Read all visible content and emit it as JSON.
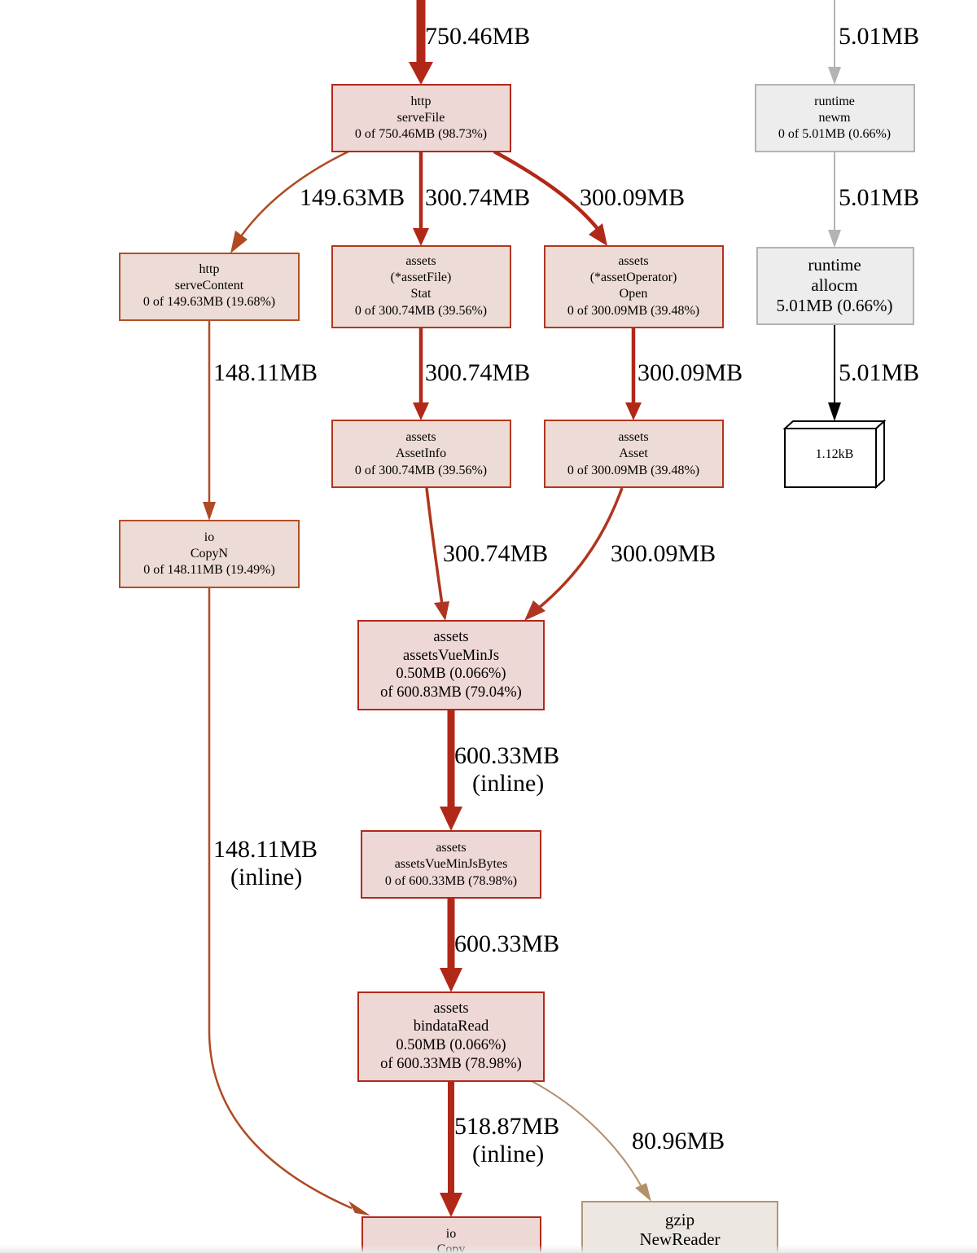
{
  "colors": {
    "hot_edge": "#b22818",
    "warm_edge": "#b04a23",
    "light_edge": "#b2906a",
    "grey_edge": "#b3b3b3",
    "black_edge": "#000000",
    "hot_fill": "#eed8d6",
    "warm_fill": "#eddcd5",
    "tan_fill": "#ece7e1",
    "grey_fill": "#ededed",
    "hot_stroke": "#b2281a",
    "warm_stroke": "#b24e26",
    "tan_stroke": "#b29673",
    "grey_stroke": "#b3b3b3"
  },
  "nodes": [
    {
      "id": "serveFile",
      "lines": [
        "http",
        "serveFile",
        "0 of 750.46MB (98.73%)"
      ]
    },
    {
      "id": "runtime-newm",
      "lines": [
        "runtime",
        "newm",
        "0 of 5.01MB (0.66%)"
      ]
    },
    {
      "id": "serveContent",
      "lines": [
        "http",
        "serveContent",
        "0 of 149.63MB (19.68%)"
      ]
    },
    {
      "id": "assetFile-stat",
      "lines": [
        "assets",
        "(*assetFile)",
        "Stat",
        "0 of 300.74MB (39.56%)"
      ]
    },
    {
      "id": "assetOperator-open",
      "lines": [
        "assets",
        "(*assetOperator)",
        "Open",
        "0 of 300.09MB (39.48%)"
      ]
    },
    {
      "id": "runtime-allocm",
      "lines": [
        "runtime",
        "allocm",
        "5.01MB (0.66%)"
      ]
    },
    {
      "id": "assetinfo",
      "lines": [
        "assets",
        "AssetInfo",
        "0 of 300.74MB (39.56%)"
      ]
    },
    {
      "id": "asset",
      "lines": [
        "assets",
        "Asset",
        "0 of 300.09MB (39.48%)"
      ]
    },
    {
      "id": "memory-box",
      "lines": [
        "1.12kB"
      ]
    },
    {
      "id": "io-copyn",
      "lines": [
        "io",
        "CopyN",
        "0 of 148.11MB (19.49%)"
      ]
    },
    {
      "id": "assetsvueminjs",
      "lines": [
        "assets",
        "assetsVueMinJs",
        "0.50MB (0.066%)",
        "of 600.83MB (79.04%)"
      ]
    },
    {
      "id": "assetsvueminjsbytes",
      "lines": [
        "assets",
        "assetsVueMinJsBytes",
        "0 of 600.33MB (78.98%)"
      ]
    },
    {
      "id": "bindataread",
      "lines": [
        "assets",
        "bindataRead",
        "0.50MB (0.066%)",
        "of 600.33MB (78.98%)"
      ]
    },
    {
      "id": "io-copy",
      "lines": [
        "io",
        "Copy"
      ]
    },
    {
      "id": "gzip-newreader",
      "lines": [
        "gzip",
        "NewReader"
      ]
    }
  ],
  "edges": [
    {
      "id": "into-servefile",
      "lines": [
        "750.46MB"
      ]
    },
    {
      "id": "into-newm",
      "lines": [
        "5.01MB"
      ]
    },
    {
      "id": "servefile-servecontent",
      "lines": [
        "149.63MB"
      ]
    },
    {
      "id": "servefile-stat",
      "lines": [
        "300.74MB"
      ]
    },
    {
      "id": "servefile-open",
      "lines": [
        "300.09MB"
      ]
    },
    {
      "id": "newm-allocm",
      "lines": [
        "5.01MB"
      ]
    },
    {
      "id": "servecontent-copyn",
      "lines": [
        "148.11MB"
      ]
    },
    {
      "id": "stat-assetinfo",
      "lines": [
        "300.74MB"
      ]
    },
    {
      "id": "open-asset",
      "lines": [
        "300.09MB"
      ]
    },
    {
      "id": "allocm-memory",
      "lines": [
        "5.01MB"
      ]
    },
    {
      "id": "assetinfo-vueminjs",
      "lines": [
        "300.74MB"
      ]
    },
    {
      "id": "asset-vueminjs",
      "lines": [
        "300.09MB"
      ]
    },
    {
      "id": "vueminjs-bytes",
      "lines": [
        "600.33MB",
        "(inline)"
      ]
    },
    {
      "id": "copyn-copy",
      "lines": [
        "148.11MB",
        "(inline)"
      ]
    },
    {
      "id": "bytes-bindataread",
      "lines": [
        "600.33MB"
      ]
    },
    {
      "id": "bindataread-copy",
      "lines": [
        "518.87MB",
        "(inline)"
      ]
    },
    {
      "id": "bindataread-gzip",
      "lines": [
        "80.96MB"
      ]
    }
  ]
}
